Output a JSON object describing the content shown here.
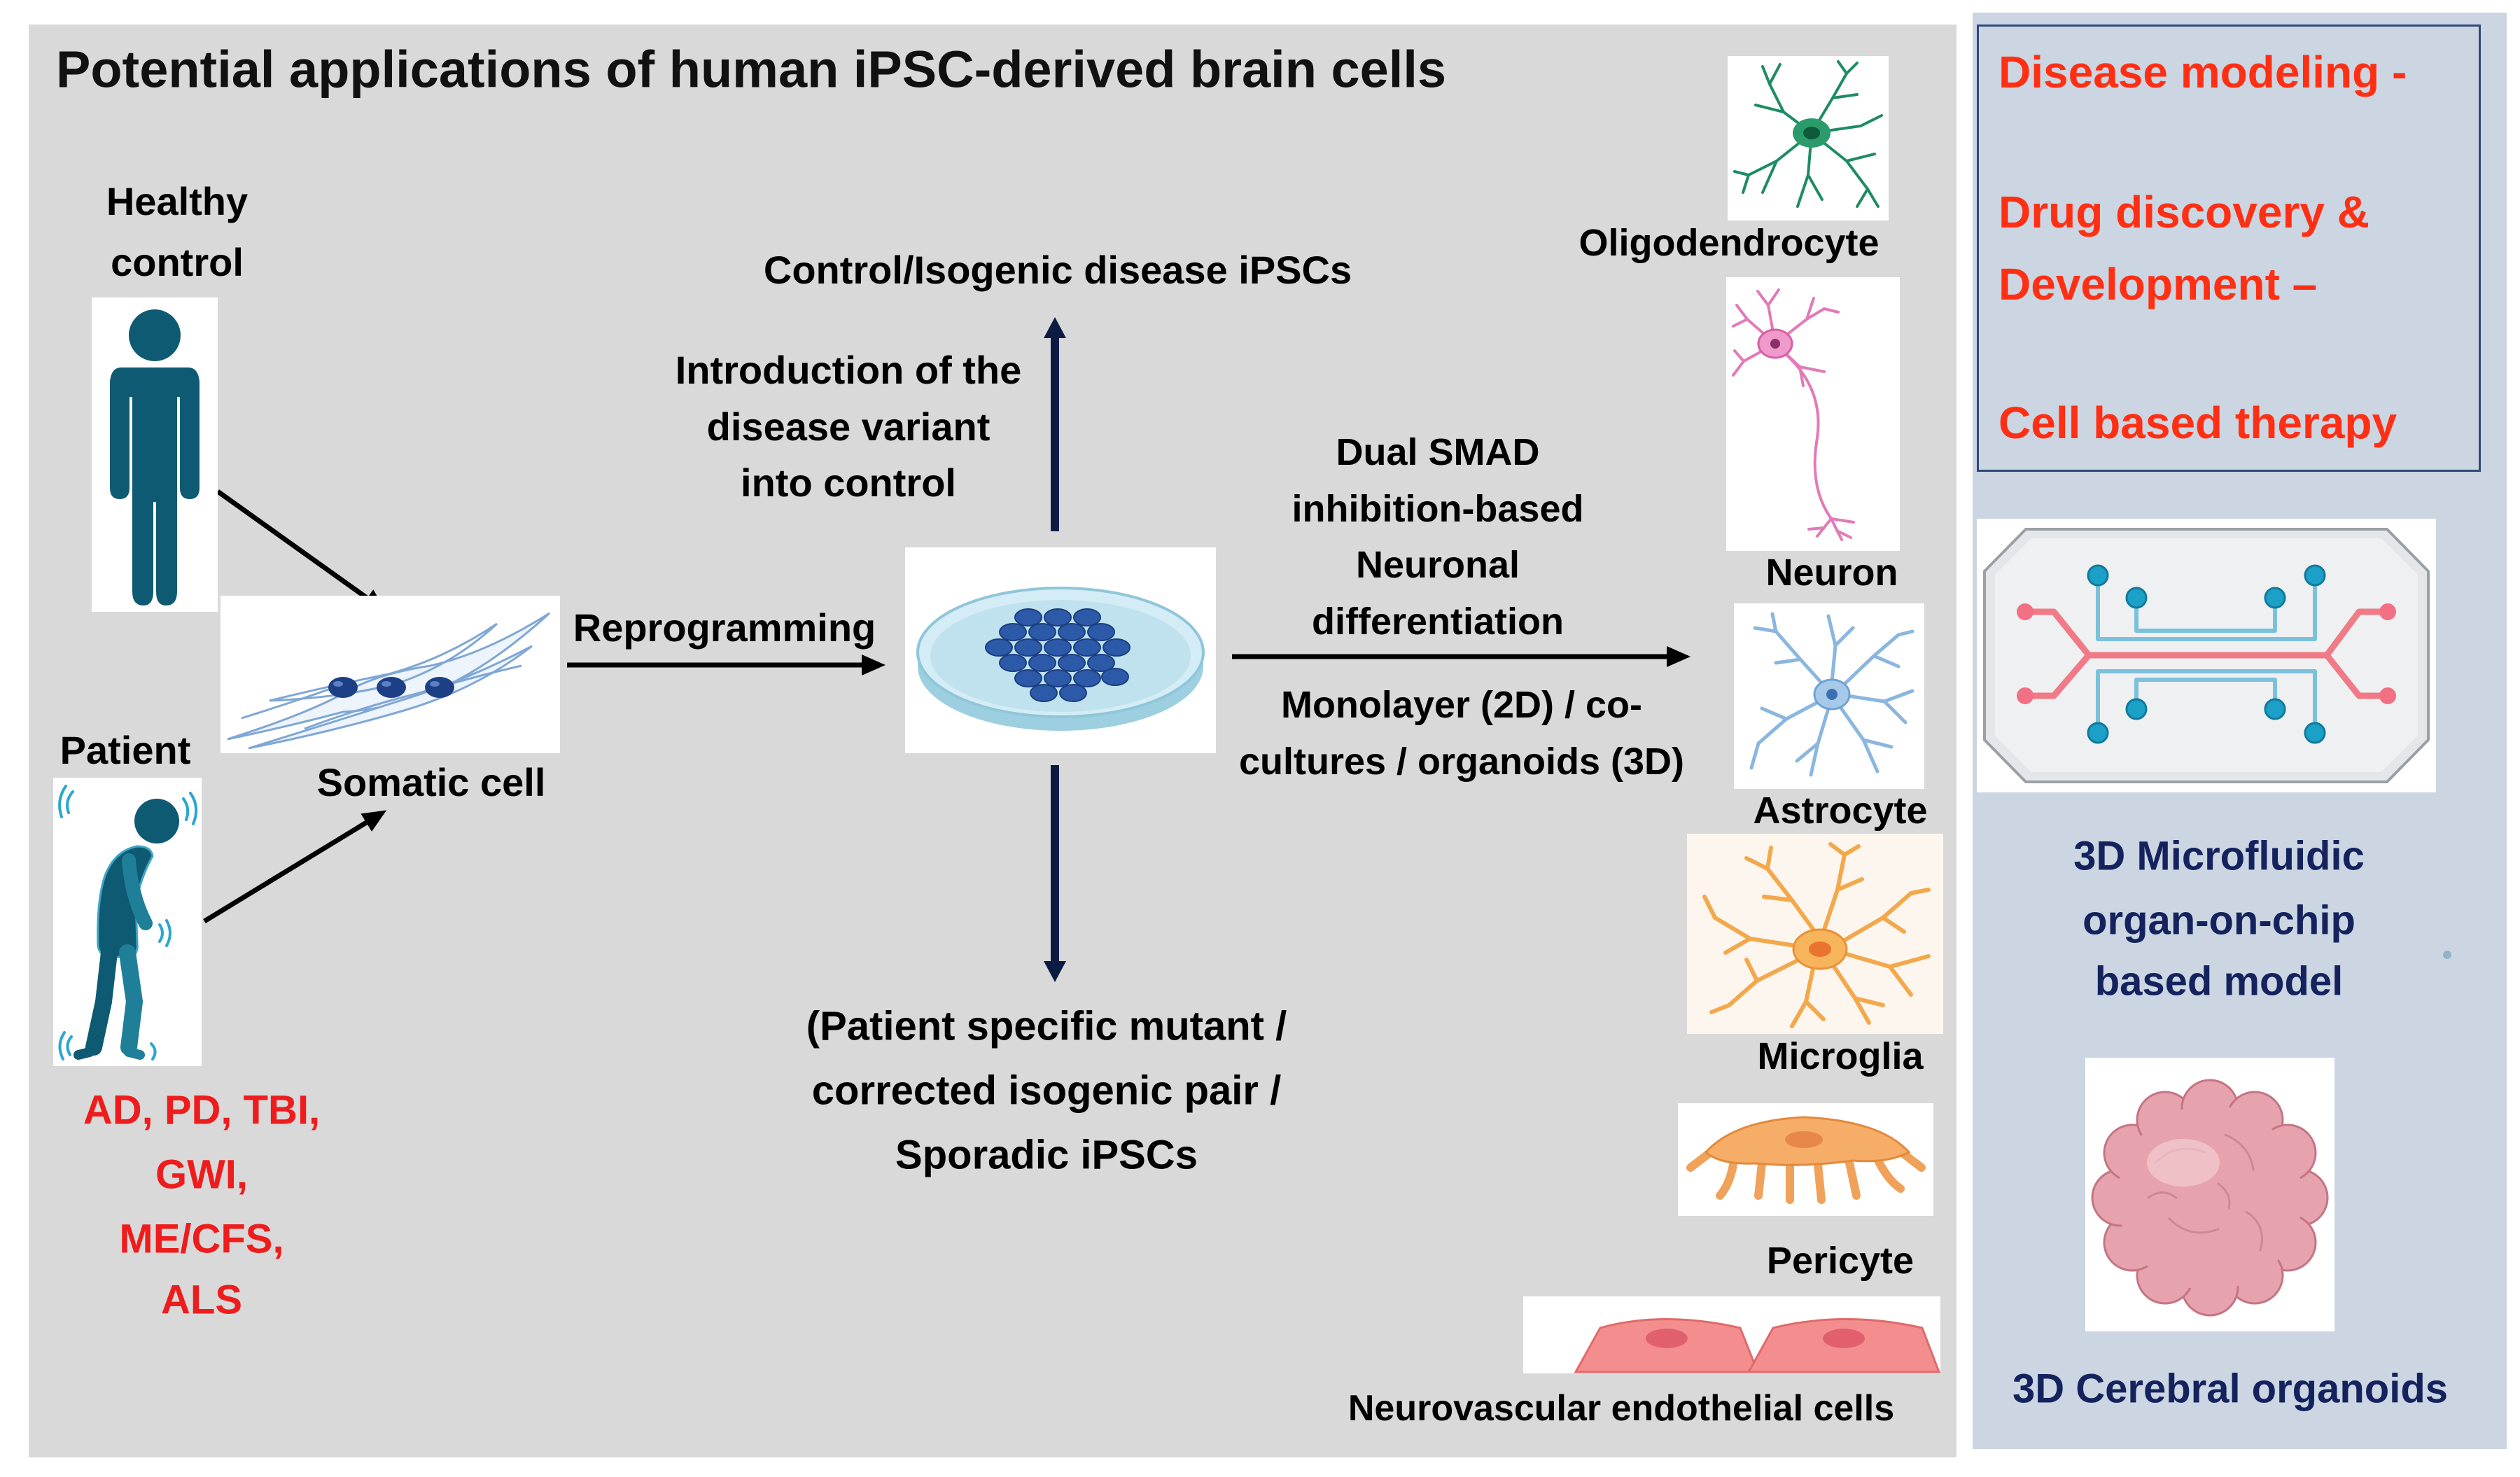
{
  "title": "Potential applications of human iPSC-derived brain cells",
  "healthy": {
    "line1": "Healthy",
    "line2": "control"
  },
  "patient": {
    "label": "Patient",
    "diseases": [
      "AD, PD, TBI,",
      "GWI,",
      "ME/CFS,",
      "ALS"
    ]
  },
  "somatic_cell": {
    "label": "Somatic cell"
  },
  "reprogramming": {
    "label": "Reprogramming"
  },
  "isogenic_branch": {
    "result": "Control/Isogenic disease iPSCs",
    "method": [
      "Introduction of the",
      "disease variant",
      "into control"
    ]
  },
  "patient_branch": {
    "result": [
      "(Patient specific mutant /",
      "corrected isogenic pair /",
      "Sporadic iPSCs"
    ]
  },
  "differentiation": {
    "method": [
      "Dual SMAD",
      "inhibition-based",
      "Neuronal",
      "differentiation"
    ],
    "formats": [
      "Monolayer (2D) / co-",
      "cultures / organoids (3D)"
    ]
  },
  "brain_cells": {
    "oligodendrocyte": "Oligodendrocyte",
    "neuron": "Neuron",
    "astrocyte": "Astrocyte",
    "microglia": "Microglia",
    "pericyte": "Pericyte",
    "endothelial": "Neurovascular endothelial cells"
  },
  "applications": [
    "Disease modeling -",
    "Drug discovery &",
    "Development –",
    "Cell based therapy"
  ],
  "models": {
    "chip": [
      "3D Microfluidic",
      "organ-on-chip",
      "based model"
    ],
    "organoid": "3D Cerebral organoids"
  },
  "colors": {
    "panel": "#d9d9d9",
    "side_panel": "#cbd6e2",
    "box_border": "#2e4a7a",
    "disease_text": "#ee1c1c",
    "application_text": "#ff2f14",
    "model_text": "#14235e",
    "figure_teal": "#0e5a72",
    "arrow_black": "#000000",
    "arrow_navy": "#0b1c44"
  }
}
